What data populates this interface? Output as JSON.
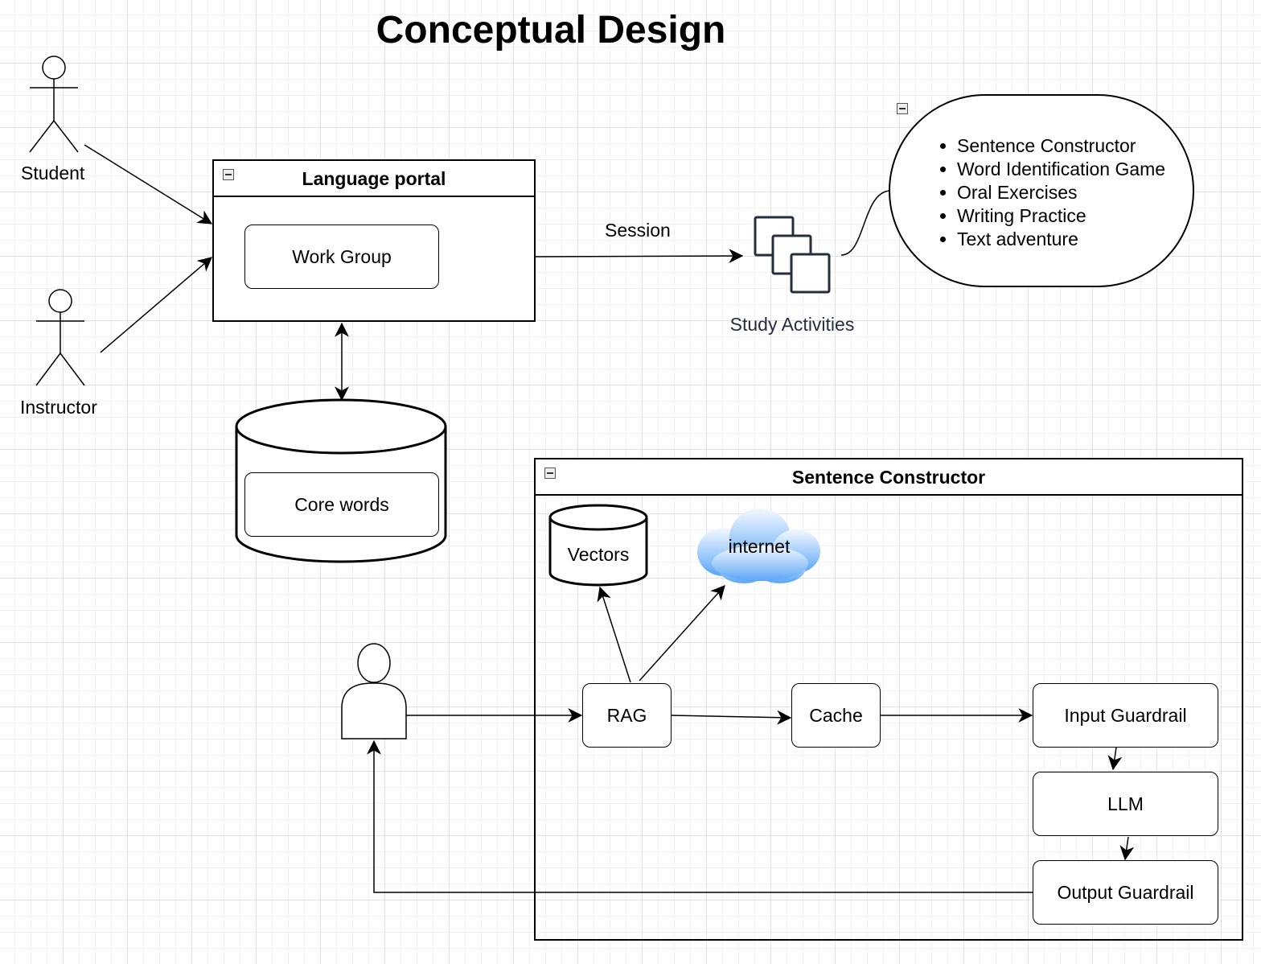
{
  "title": "Conceptual Design",
  "actors": {
    "student": "Student",
    "instructor": "Instructor"
  },
  "language_portal": {
    "title": "Language portal",
    "work_group": "Work Group"
  },
  "database": {
    "core_words": "Core words"
  },
  "session_label": "Session",
  "study_activities": {
    "label": "Study Activities",
    "items": [
      "Sentence Constructor",
      "Word Identification Game",
      "Oral Exercises",
      "Writing Practice",
      "Text adventure"
    ]
  },
  "sentence_constructor": {
    "title": "Sentence Constructor",
    "vectors": "Vectors",
    "internet": "internet",
    "rag": "RAG",
    "cache": "Cache",
    "input_guardrail": "Input Guardrail",
    "llm": "LLM",
    "output_guardrail": "Output Guardrail"
  },
  "colors": {
    "stroke": "#000000",
    "grid": "#e2e2e2",
    "cloud_top": "#f2f8ff",
    "cloud_bottom": "#5aa6f6",
    "activity_icon": "#232f3e"
  }
}
